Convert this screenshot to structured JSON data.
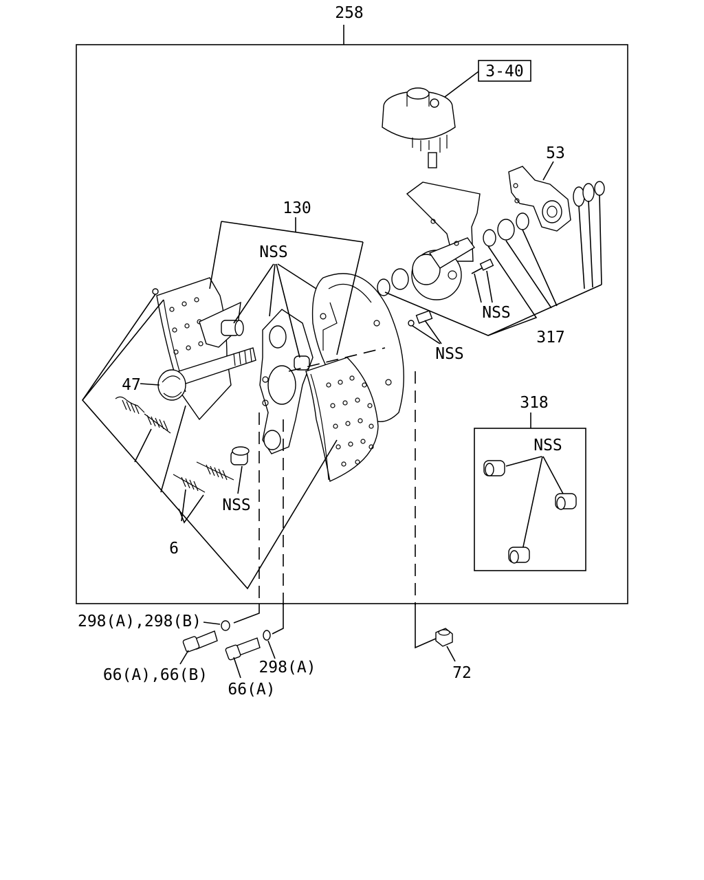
{
  "diagram": {
    "assembly_label": "258",
    "group_box_label": "318",
    "callouts": {
      "ref_3_40": "3-40",
      "p53": "53",
      "p130": "130",
      "nss_top": "NSS",
      "nss_bracket": "NSS",
      "nss_bolt": "NSS",
      "nss_spring": "NSS",
      "nss_box": "NSS",
      "p317": "317",
      "p47": "47",
      "p6": "6",
      "p298ab": "298(A),298(B)",
      "p298a": "298(A)",
      "p66ab": "66(A),66(B)",
      "p66a": "66(A)",
      "p72": "72"
    }
  }
}
